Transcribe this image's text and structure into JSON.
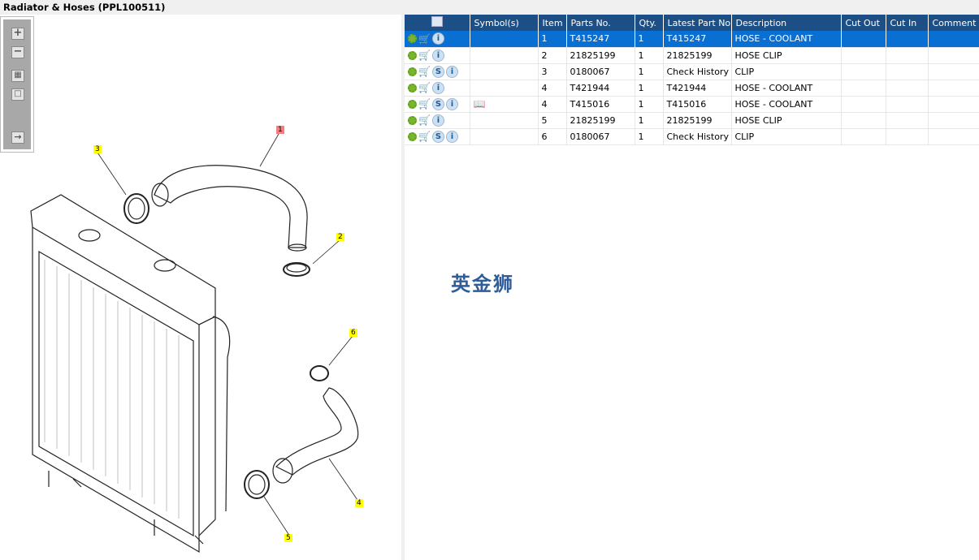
{
  "title": "Radiator & Hoses (PPL100511)",
  "toolbar": {
    "zoom_in": "+",
    "zoom_out": "−",
    "fit": "▦",
    "actual": "□",
    "export": "→"
  },
  "callouts": [
    "1",
    "2",
    "3",
    "4",
    "5",
    "6"
  ],
  "watermark": "英金狮",
  "table": {
    "headers": [
      "",
      "Symbol(s)",
      "Item",
      "Parts No.",
      "Qty.",
      "Latest Part No.",
      "Description",
      "Cut Out",
      "Cut In",
      "Comment"
    ],
    "rows": [
      {
        "s": false,
        "sym": false,
        "item": "1",
        "part": "T415247",
        "qty": "1",
        "latest": "T415247",
        "desc": "HOSE - COOLANT",
        "selected": true
      },
      {
        "s": false,
        "sym": false,
        "item": "2",
        "part": "21825199",
        "qty": "1",
        "latest": "21825199",
        "desc": "HOSE CLIP"
      },
      {
        "s": true,
        "sym": false,
        "item": "3",
        "part": "0180067",
        "qty": "1",
        "latest": "Check History",
        "desc": "CLIP"
      },
      {
        "s": false,
        "sym": false,
        "item": "4",
        "part": "T421944",
        "qty": "1",
        "latest": "T421944",
        "desc": "HOSE - COOLANT"
      },
      {
        "s": true,
        "sym": true,
        "item": "4",
        "part": "T415016",
        "qty": "1",
        "latest": "T415016",
        "desc": "HOSE - COOLANT"
      },
      {
        "s": false,
        "sym": false,
        "item": "5",
        "part": "21825199",
        "qty": "1",
        "latest": "21825199",
        "desc": "HOSE CLIP"
      },
      {
        "s": true,
        "sym": false,
        "item": "6",
        "part": "0180067",
        "qty": "1",
        "latest": "Check History",
        "desc": "CLIP"
      }
    ]
  },
  "icons": {
    "s": "S",
    "i": "i",
    "cart": "🛒",
    "book": "📖"
  }
}
